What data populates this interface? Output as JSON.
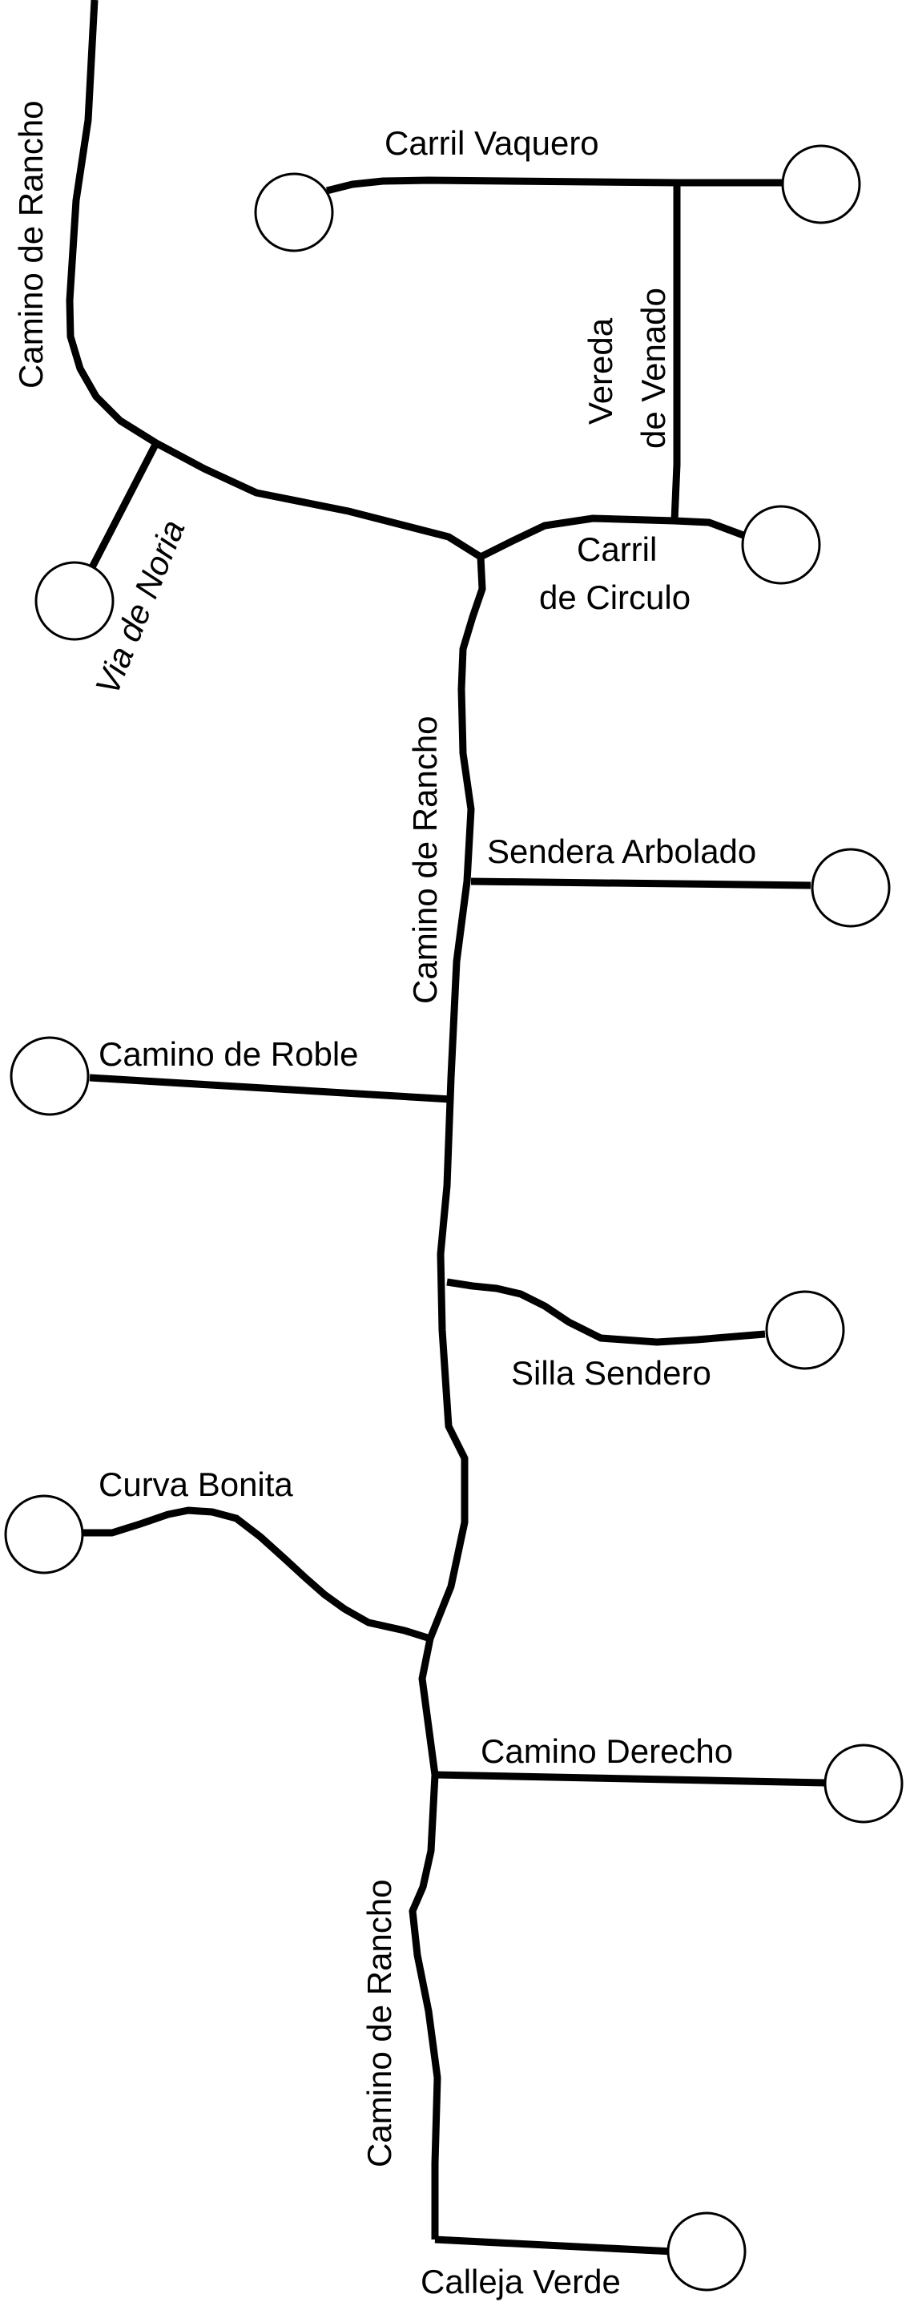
{
  "map": {
    "labels": {
      "camino_rancho_1": "Camino de Rancho",
      "camino_rancho_2": "Camino de Rancho",
      "camino_rancho_3": "Camino de Rancho",
      "carril_vaquero": "Carril Vaquero",
      "vereda_line1": "Vereda",
      "vereda_line2": "de Venado",
      "via_noria": "Via de Noria",
      "carril_circulo_line1": "Carril",
      "carril_circulo_line2": "de Circulo",
      "sendera_arbolado": "Sendera Arbolado",
      "camino_roble": "Camino de Roble",
      "silla_sendero": "Silla Sendero",
      "curva_bonita": "Curva Bonita",
      "camino_derecho": "Camino Derecho",
      "calleja_verde": "Calleja Verde"
    },
    "colors": {
      "road": "#000000",
      "endpoint_fill": "#ffffff",
      "background": "#ffffff"
    }
  }
}
